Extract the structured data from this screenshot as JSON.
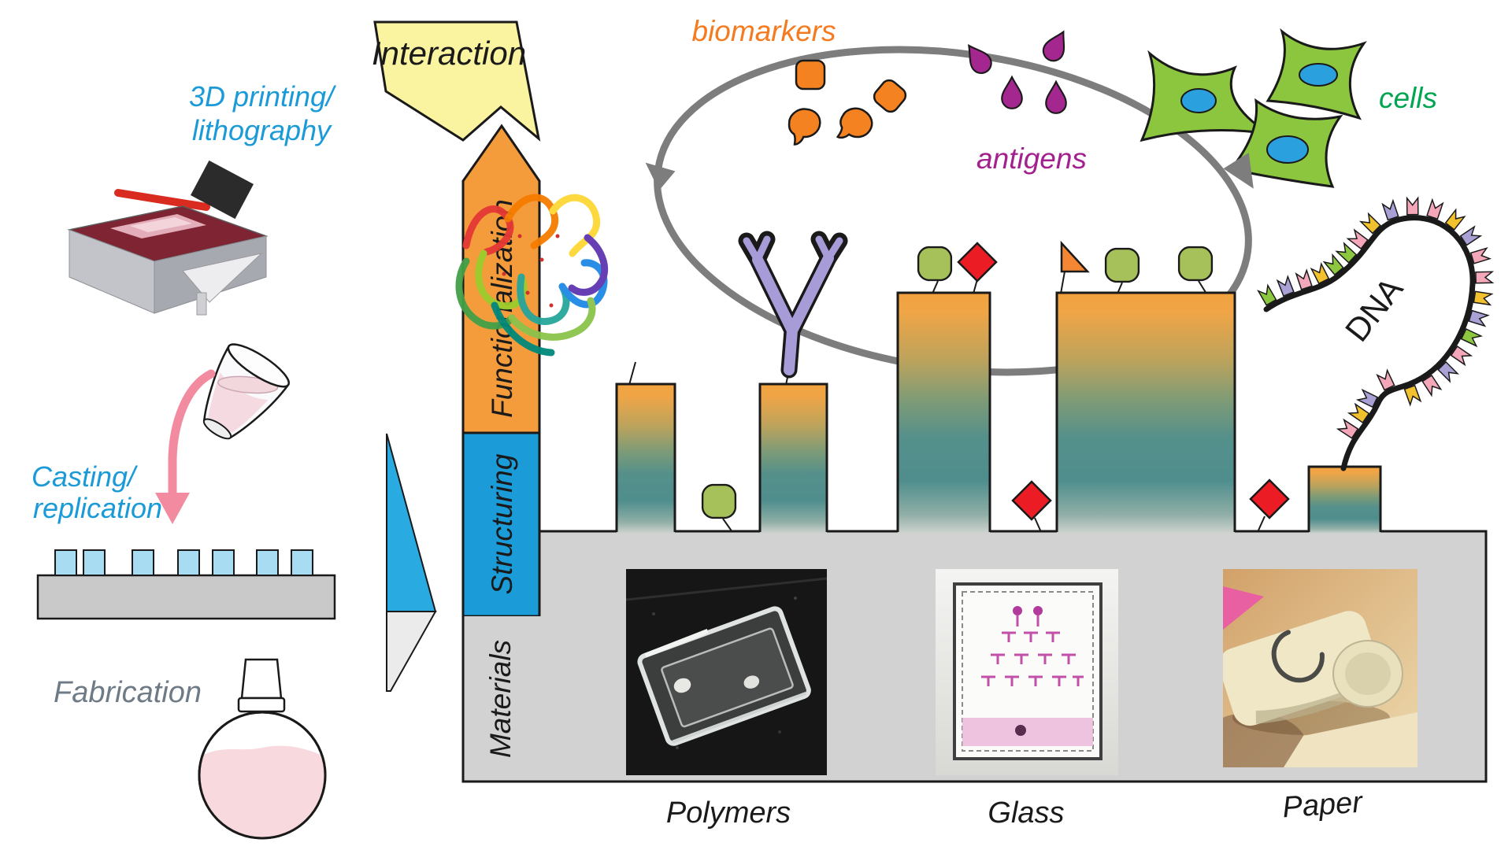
{
  "banner": {
    "label": "Interaction"
  },
  "process_axis": {
    "functionalization": "Functionalization",
    "structuring": "Structuring",
    "materials": "Materials"
  },
  "fabrication_methods": {
    "printing_line1": "3D printing/",
    "printing_line2": "lithography",
    "casting_line1": "Casting/",
    "casting_line2": "replication",
    "fabrication": "Fabrication"
  },
  "interaction_targets": {
    "biomarkers": "biomarkers",
    "antigens": "antigens",
    "cells": "cells",
    "dna": "DNA"
  },
  "substrates": {
    "polymers": "Polymers",
    "glass": "Glass",
    "paper": "Paper"
  },
  "colors": {
    "method_label_blue": "#1B9AD8",
    "fabrication_label_gray": "#6E7B87",
    "banner_yellow": "#FAF3A0",
    "functionalization_orange": "#F49B3B",
    "structuring_blue": "#1B9CD8",
    "substrate_gray": "#D2D2D2",
    "triangle_blue": "#29ABE2",
    "triangle_gray": "#EBEBEB",
    "biomarker_orange": "#F58220",
    "biomarkers_label_orange": "#F47B20",
    "antigen_magenta": "#A3278F",
    "cells_green": "#8CC63E",
    "cells_label_green": "#00A551",
    "nucleus_blue": "#2BA0DF",
    "glycan_green": "#A6C05A",
    "diamond_red": "#EC1C24",
    "antibody_purple": "#A89CD8",
    "circulation_arrow_gray": "#7D7D7D",
    "pillar_top_orange": "#F1A23E",
    "pillar_teal": "#4F8E8D",
    "pour_arrow_pink": "#F38BA0",
    "stamp_blue": "#A8DCF2"
  },
  "dna_flags": [
    "#8DC63F",
    "#A9A1D6",
    "#F4A7B9",
    "#F2C12E",
    "#8DC63F",
    "#8DC63F",
    "#F4A7B9",
    "#F2C12E",
    "#A9A1D6",
    "#F4A7B9",
    "#F4A7B9",
    "#F2C12E",
    "#A9A1D6",
    "#F4A7B9",
    "#F4A7B9",
    "#F2C12E",
    "#A9A1D6",
    "#8DC63F",
    "#F4A7B9",
    "#A9A1D6",
    "#F4A7B9",
    "#F2C12E",
    "#F4A7B9",
    "#A9A1D6",
    "#F2C12E",
    "#F4A7B9"
  ]
}
